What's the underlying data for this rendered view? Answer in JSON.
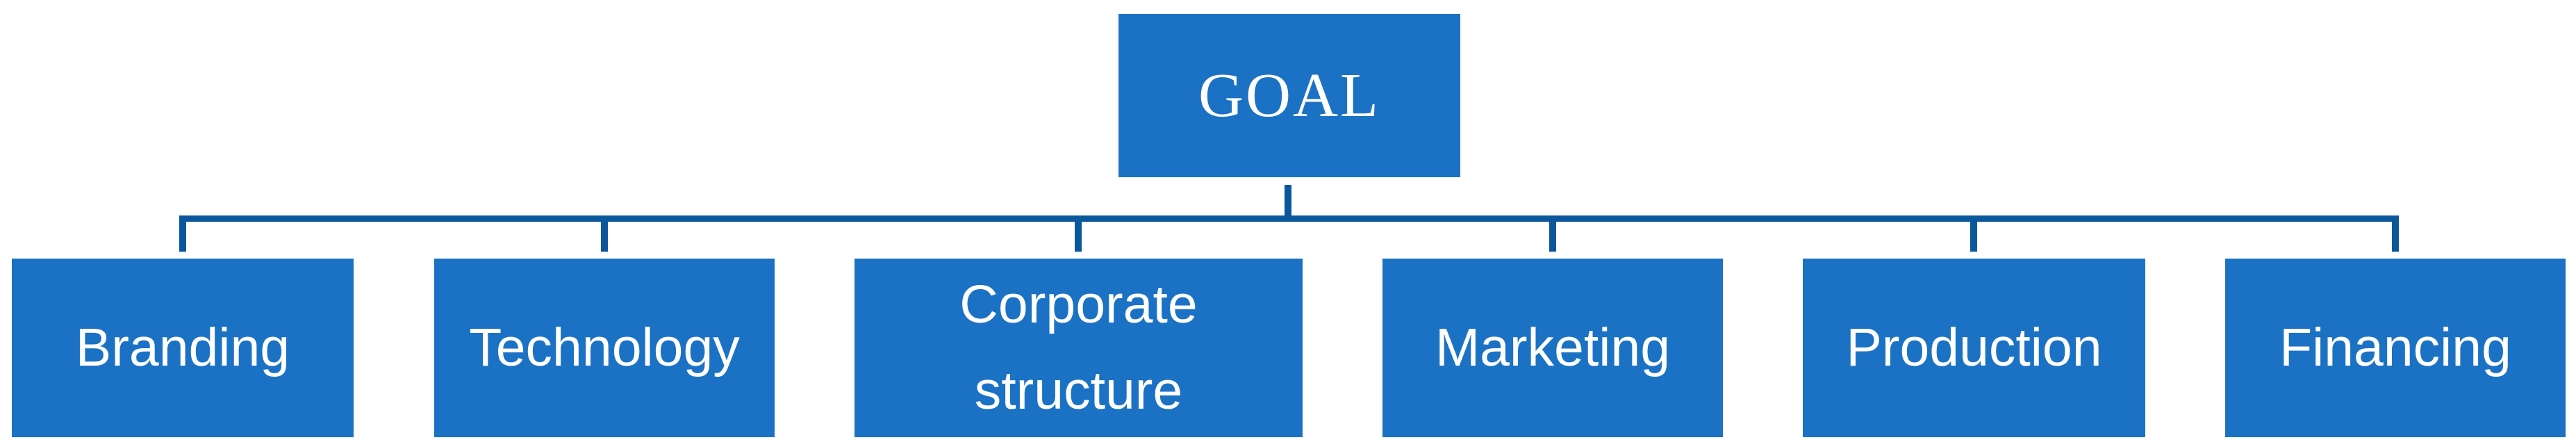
{
  "diagram": {
    "type": "org-chart",
    "root": {
      "label": "GOAL"
    },
    "children": [
      {
        "label": "Branding"
      },
      {
        "label": "Technology"
      },
      {
        "label": "Corporate structure"
      },
      {
        "label": "Marketing"
      },
      {
        "label": "Production"
      },
      {
        "label": "Financing"
      }
    ]
  },
  "colors": {
    "node_fill": "#1b72c4",
    "connector": "#0b579e",
    "node_text": "#ffffff",
    "background": "#ffffff"
  }
}
